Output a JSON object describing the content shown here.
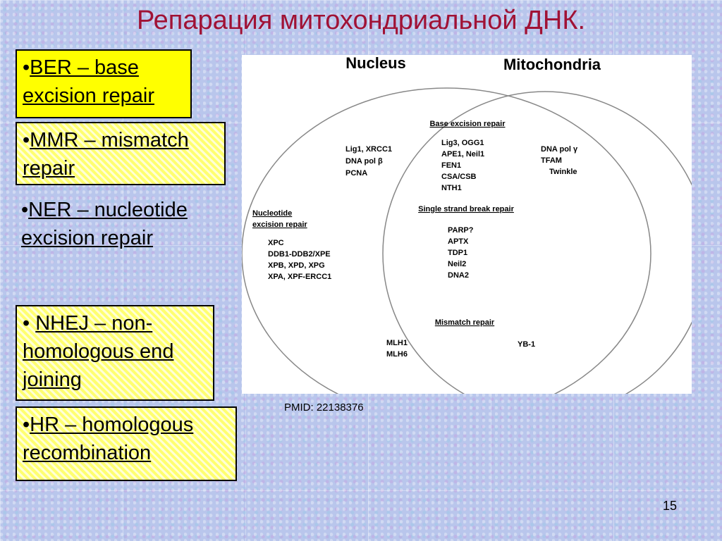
{
  "slide": {
    "title": "Репарация митохондриальной ДНК.",
    "pmid": "PMID: 22138376",
    "page_number": "15"
  },
  "bullets": [
    {
      "bullet": "•",
      "term": "BER – base excision repair"
    },
    {
      "bullet": "•",
      "term": "MMR – mismatch repair"
    },
    {
      "bullet": "•",
      "term": "NER – nucleotide excision repair"
    },
    {
      "bullet": "• ",
      "term": "NHEJ – non-homologous end joining"
    },
    {
      "bullet": "•",
      "term": "HR – homologous recombination"
    }
  ],
  "diagram": {
    "nucleus_label": "Nucleus",
    "mito_label": "Mitochondria",
    "ber_heading": "Base excision repair",
    "nucleus_ber": [
      "Lig1,  XRCC1",
      "DNA pol β",
      "PCNA"
    ],
    "shared_ber": [
      "Lig3, OGG1",
      "APE1, Neil1",
      "FEN1",
      "CSA/CSB",
      "NTH1"
    ],
    "mito_only": [
      "DNA pol γ",
      "TFAM",
      "Twinkle"
    ],
    "ner_heading": [
      "Nucleotide",
      "excision repair"
    ],
    "ner_items": [
      "XPC",
      "DDB1-DDB2/XPE",
      "XPB, XPD, XPG",
      "XPA, XPF-ERCC1"
    ],
    "ssbr_heading": "Single strand break repair",
    "ssbr_items": [
      "PARP?",
      "APTX",
      "TDP1",
      "Neil2",
      "DNA2"
    ],
    "mmr_heading": "Mismatch repair",
    "nucleus_mmr": [
      "MLH1",
      "MLH6"
    ],
    "mito_mmr": "YB-1"
  }
}
